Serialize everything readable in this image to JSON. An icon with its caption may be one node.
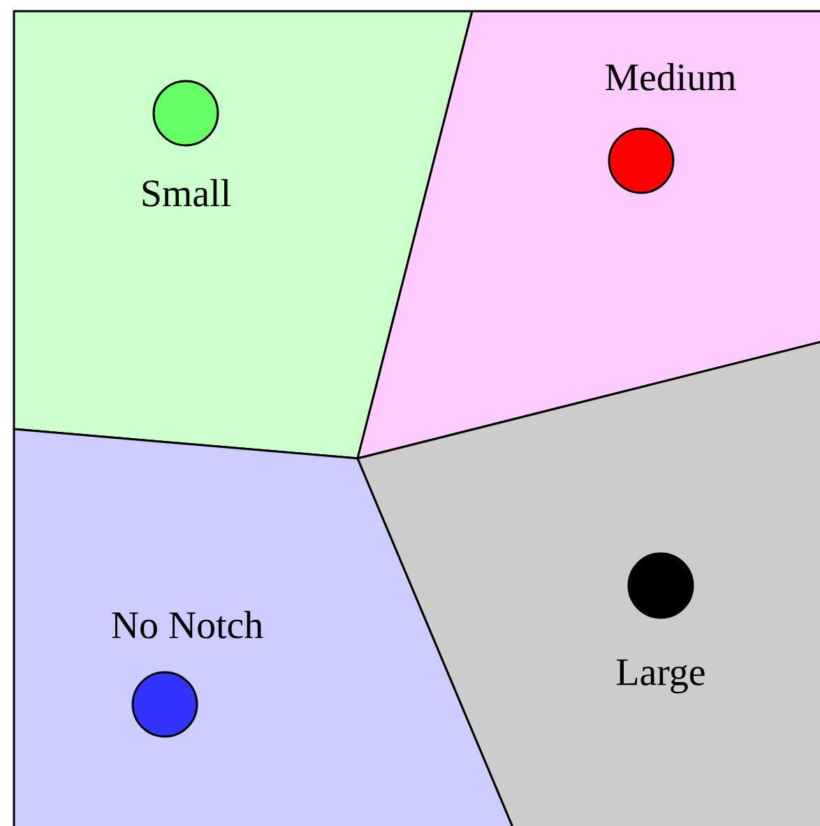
{
  "diagram": {
    "nodes": [
      {
        "text": [
          "Small"
        ]
      },
      {
        "text": [],
        "shape": "circle",
        "in": 0
      },
      {
        "text": [
          "Medium"
        ]
      },
      {
        "text": [],
        "shape": "circle",
        "in": 2
      },
      {
        "text": [
          "No Notch"
        ]
      },
      {
        "text": [],
        "shape": "circle",
        "in": 4
      },
      {
        "text": [
          "Large"
        ]
      },
      {
        "text": [],
        "shape": "circle",
        "in": 6
      }
    ]
  }
}
